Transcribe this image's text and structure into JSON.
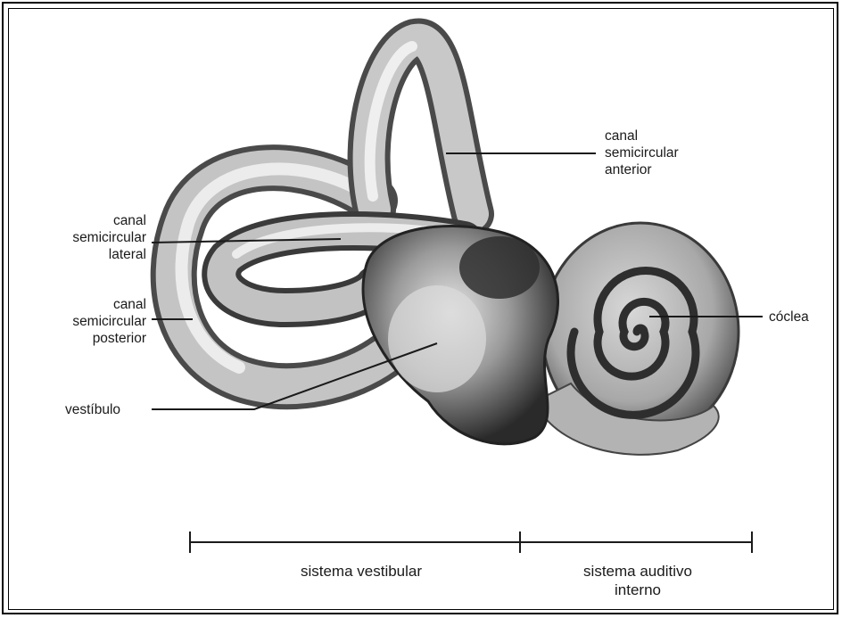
{
  "labels": {
    "anterior": [
      "canal",
      "semicircular",
      "anterior"
    ],
    "lateral": [
      "canal",
      "semicircular",
      "lateral"
    ],
    "posterior": [
      "canal",
      "semicircular",
      "posterior"
    ],
    "vestibulo": "vestíbulo",
    "coclea": "cóclea"
  },
  "systems": {
    "vestibular": "sistema vestibular",
    "auditivo": [
      "sistema auditivo",
      "interno"
    ]
  }
}
